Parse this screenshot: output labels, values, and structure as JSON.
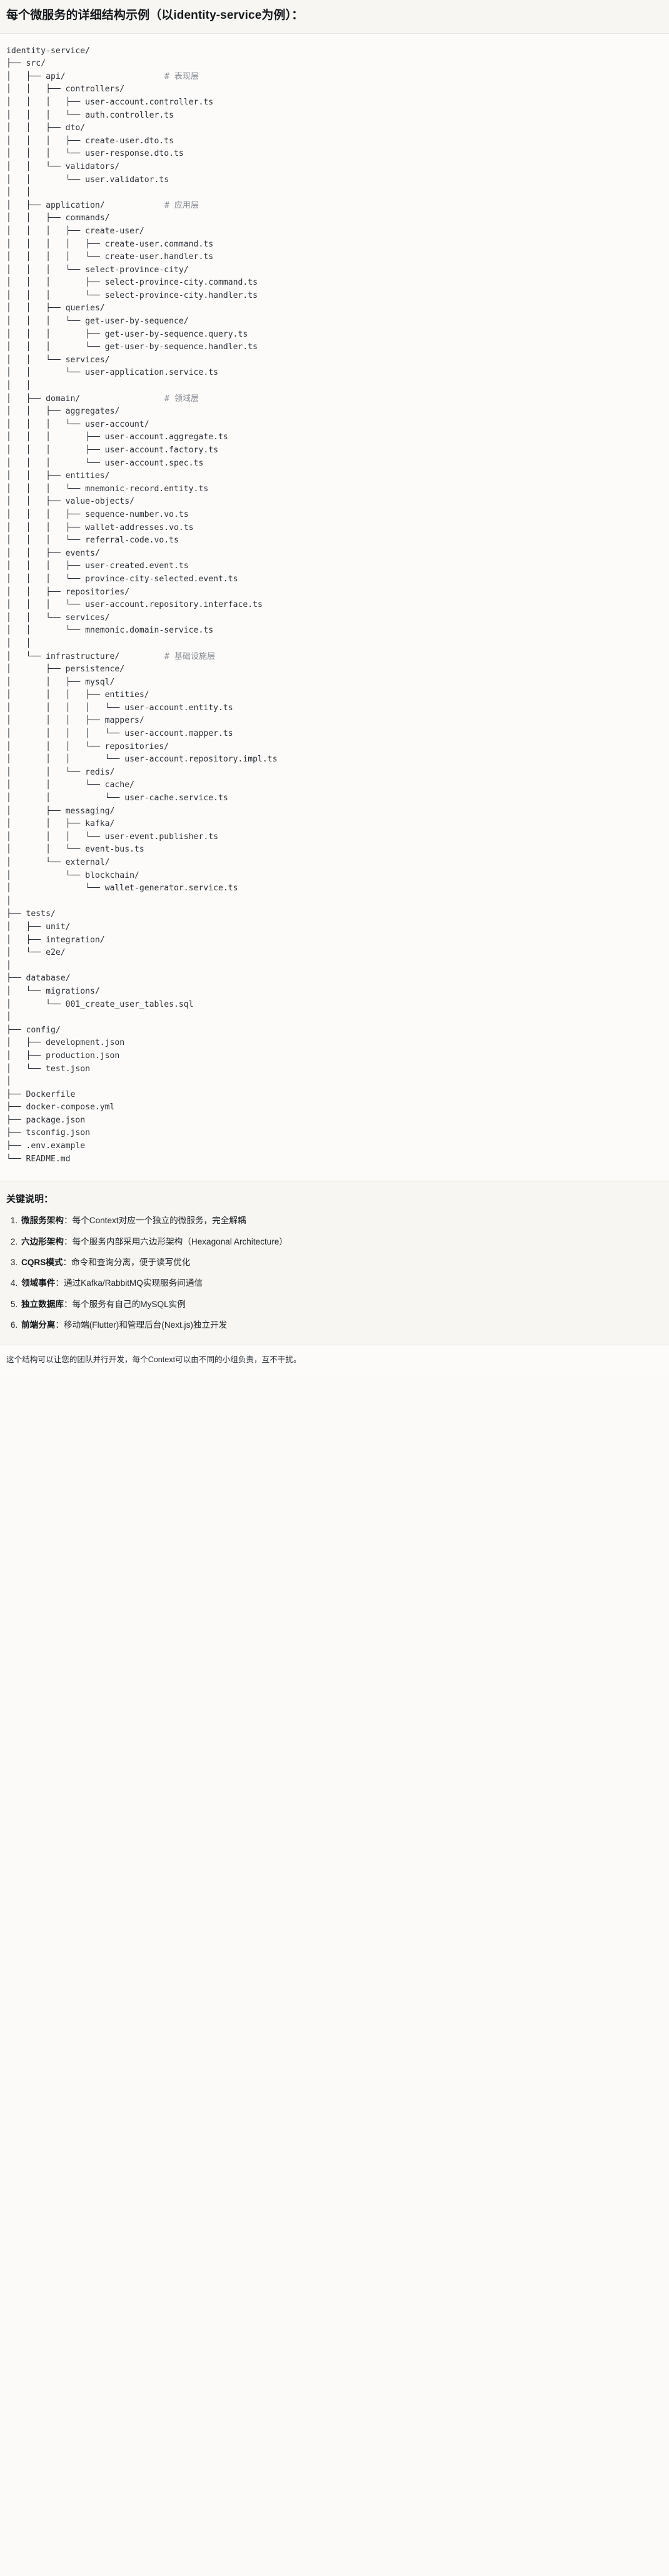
{
  "title": "每个微服务的详细结构示例（以identity-service为例）：",
  "tree": {
    "lines": [
      {
        "path": "identity-service/",
        "comment": ""
      },
      {
        "path": "├── src/",
        "comment": ""
      },
      {
        "path": "│   ├── api/",
        "comment": "# 表现层"
      },
      {
        "path": "│   │   ├── controllers/",
        "comment": ""
      },
      {
        "path": "│   │   │   ├── user-account.controller.ts",
        "comment": ""
      },
      {
        "path": "│   │   │   └── auth.controller.ts",
        "comment": ""
      },
      {
        "path": "│   │   ├── dto/",
        "comment": ""
      },
      {
        "path": "│   │   │   ├── create-user.dto.ts",
        "comment": ""
      },
      {
        "path": "│   │   │   └── user-response.dto.ts",
        "comment": ""
      },
      {
        "path": "│   │   └── validators/",
        "comment": ""
      },
      {
        "path": "│   │       └── user.validator.ts",
        "comment": ""
      },
      {
        "path": "│   │",
        "comment": ""
      },
      {
        "path": "│   ├── application/",
        "comment": "# 应用层"
      },
      {
        "path": "│   │   ├── commands/",
        "comment": ""
      },
      {
        "path": "│   │   │   ├── create-user/",
        "comment": ""
      },
      {
        "path": "│   │   │   │   ├── create-user.command.ts",
        "comment": ""
      },
      {
        "path": "│   │   │   │   └── create-user.handler.ts",
        "comment": ""
      },
      {
        "path": "│   │   │   └── select-province-city/",
        "comment": ""
      },
      {
        "path": "│   │   │       ├── select-province-city.command.ts",
        "comment": ""
      },
      {
        "path": "│   │   │       └── select-province-city.handler.ts",
        "comment": ""
      },
      {
        "path": "│   │   ├── queries/",
        "comment": ""
      },
      {
        "path": "│   │   │   └── get-user-by-sequence/",
        "comment": ""
      },
      {
        "path": "│   │   │       ├── get-user-by-sequence.query.ts",
        "comment": ""
      },
      {
        "path": "│   │   │       └── get-user-by-sequence.handler.ts",
        "comment": ""
      },
      {
        "path": "│   │   └── services/",
        "comment": ""
      },
      {
        "path": "│   │       └── user-application.service.ts",
        "comment": ""
      },
      {
        "path": "│   │",
        "comment": ""
      },
      {
        "path": "│   ├── domain/",
        "comment": "# 领域层"
      },
      {
        "path": "│   │   ├── aggregates/",
        "comment": ""
      },
      {
        "path": "│   │   │   └── user-account/",
        "comment": ""
      },
      {
        "path": "│   │   │       ├── user-account.aggregate.ts",
        "comment": ""
      },
      {
        "path": "│   │   │       ├── user-account.factory.ts",
        "comment": ""
      },
      {
        "path": "│   │   │       └── user-account.spec.ts",
        "comment": ""
      },
      {
        "path": "│   │   ├── entities/",
        "comment": ""
      },
      {
        "path": "│   │   │   └── mnemonic-record.entity.ts",
        "comment": ""
      },
      {
        "path": "│   │   ├── value-objects/",
        "comment": ""
      },
      {
        "path": "│   │   │   ├── sequence-number.vo.ts",
        "comment": ""
      },
      {
        "path": "│   │   │   ├── wallet-addresses.vo.ts",
        "comment": ""
      },
      {
        "path": "│   │   │   └── referral-code.vo.ts",
        "comment": ""
      },
      {
        "path": "│   │   ├── events/",
        "comment": ""
      },
      {
        "path": "│   │   │   ├── user-created.event.ts",
        "comment": ""
      },
      {
        "path": "│   │   │   └── province-city-selected.event.ts",
        "comment": ""
      },
      {
        "path": "│   │   ├── repositories/",
        "comment": ""
      },
      {
        "path": "│   │   │   └── user-account.repository.interface.ts",
        "comment": ""
      },
      {
        "path": "│   │   └── services/",
        "comment": ""
      },
      {
        "path": "│   │       └── mnemonic.domain-service.ts",
        "comment": ""
      },
      {
        "path": "│   │",
        "comment": ""
      },
      {
        "path": "│   └── infrastructure/",
        "comment": "# 基础设施层"
      },
      {
        "path": "│       ├── persistence/",
        "comment": ""
      },
      {
        "path": "│       │   ├── mysql/",
        "comment": ""
      },
      {
        "path": "│       │   │   ├── entities/",
        "comment": ""
      },
      {
        "path": "│       │   │   │   └── user-account.entity.ts",
        "comment": ""
      },
      {
        "path": "│       │   │   ├── mappers/",
        "comment": ""
      },
      {
        "path": "│       │   │   │   └── user-account.mapper.ts",
        "comment": ""
      },
      {
        "path": "│       │   │   └── repositories/",
        "comment": ""
      },
      {
        "path": "│       │   │       └── user-account.repository.impl.ts",
        "comment": ""
      },
      {
        "path": "│       │   └── redis/",
        "comment": ""
      },
      {
        "path": "│       │       └── cache/",
        "comment": ""
      },
      {
        "path": "│       │           └── user-cache.service.ts",
        "comment": ""
      },
      {
        "path": "│       ├── messaging/",
        "comment": ""
      },
      {
        "path": "│       │   ├── kafka/",
        "comment": ""
      },
      {
        "path": "│       │   │   └── user-event.publisher.ts",
        "comment": ""
      },
      {
        "path": "│       │   └── event-bus.ts",
        "comment": ""
      },
      {
        "path": "│       └── external/",
        "comment": ""
      },
      {
        "path": "│           └── blockchain/",
        "comment": ""
      },
      {
        "path": "│               └── wallet-generator.service.ts",
        "comment": ""
      },
      {
        "path": "│",
        "comment": ""
      },
      {
        "path": "├── tests/",
        "comment": ""
      },
      {
        "path": "│   ├── unit/",
        "comment": ""
      },
      {
        "path": "│   ├── integration/",
        "comment": ""
      },
      {
        "path": "│   └── e2e/",
        "comment": ""
      },
      {
        "path": "│",
        "comment": ""
      },
      {
        "path": "├── database/",
        "comment": ""
      },
      {
        "path": "│   └── migrations/",
        "comment": ""
      },
      {
        "path": "│       └── 001_create_user_tables.sql",
        "comment": ""
      },
      {
        "path": "│",
        "comment": ""
      },
      {
        "path": "├── config/",
        "comment": ""
      },
      {
        "path": "│   ├── development.json",
        "comment": ""
      },
      {
        "path": "│   ├── production.json",
        "comment": ""
      },
      {
        "path": "│   └── test.json",
        "comment": ""
      },
      {
        "path": "│",
        "comment": ""
      },
      {
        "path": "├── Dockerfile",
        "comment": ""
      },
      {
        "path": "├── docker-compose.yml",
        "comment": ""
      },
      {
        "path": "├── package.json",
        "comment": ""
      },
      {
        "path": "├── tsconfig.json",
        "comment": ""
      },
      {
        "path": "├── .env.example",
        "comment": ""
      },
      {
        "path": "└── README.md",
        "comment": ""
      }
    ]
  },
  "notes": {
    "heading": "关键说明：",
    "items": [
      {
        "term": "微服务架构",
        "body": "：每个Context对应一个独立的微服务，完全解耦"
      },
      {
        "term": "六边形架构",
        "body": "：每个服务内部采用六边形架构（Hexagonal Architecture）"
      },
      {
        "term": "CQRS模式",
        "body": "：命令和查询分离，便于读写优化"
      },
      {
        "term": "领域事件",
        "body": "：通过Kafka/RabbitMQ实现服务间通信"
      },
      {
        "term": "独立数据库",
        "body": "：每个服务有自己的MySQL实例"
      },
      {
        "term": "前端分离",
        "body": "：移动端(Flutter)和管理后台(Next.js)独立开发"
      }
    ]
  },
  "footer": {
    "text": "这个结构可以让您的团队并行开发，每个Context可以由不同的小组负责，互不干扰。"
  }
}
